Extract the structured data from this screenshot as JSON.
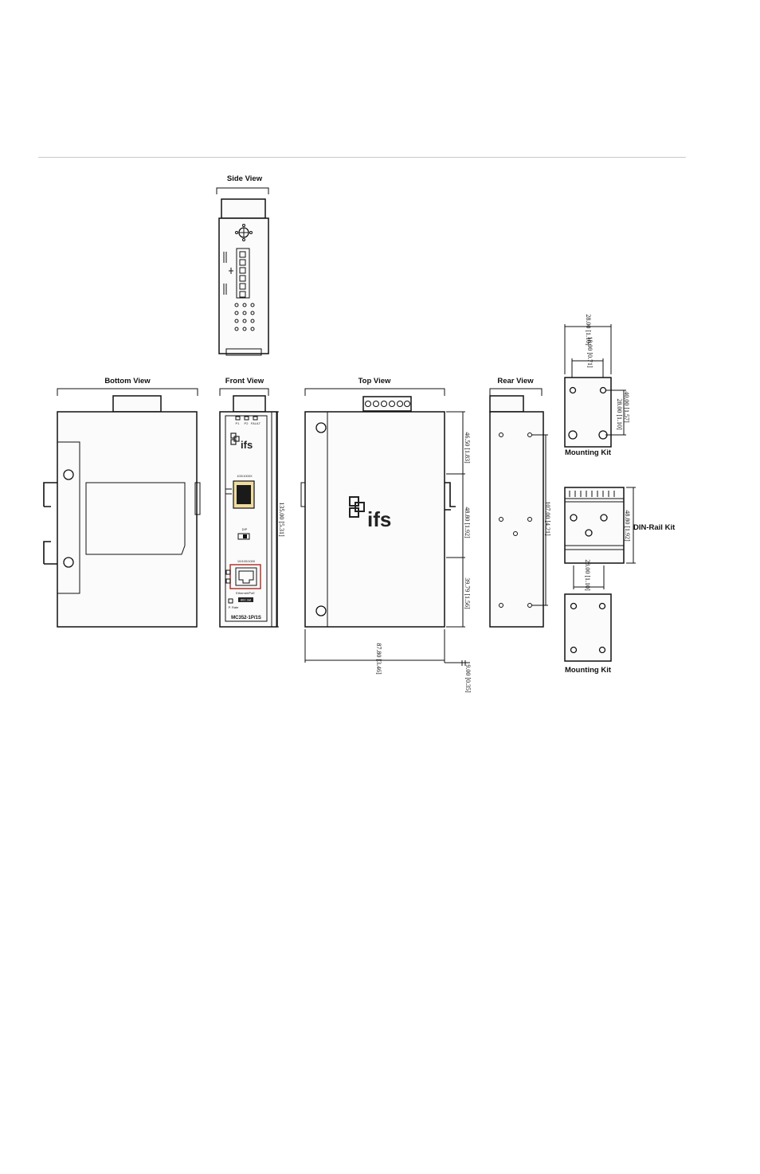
{
  "views": {
    "side": "Side View",
    "bottom": "Bottom View",
    "front": "Front View",
    "top": "Top View",
    "rear": "Rear View",
    "mounting_kit_top": "Mounting Kit",
    "din_rail": "DIN-Rail Kit",
    "mounting_kit_bottom": "Mounting Kit"
  },
  "brand": {
    "logo_text": "ifs"
  },
  "front_panel": {
    "model": "MC352-1P/1S",
    "led_labels": [
      "P1",
      "P2",
      "FAULT"
    ],
    "port_label": "100/1000X",
    "switch_label": "DIP",
    "rj45_label": "10/100/1000",
    "poe_label": "Ethernet/PoE",
    "badge": "802.3at",
    "reset_label": "P. Rate"
  },
  "dimensions": {
    "front_height": "135.00 [5.31]",
    "top_upper": "46.50 [1.83]",
    "top_middle": "48.80 [1.92]",
    "top_lower": "39.79 [1.56]",
    "top_width": "87.80 [3.46]",
    "top_flange": "9.00 [0.35]",
    "rear_span": "107.00 [4.21]",
    "kit_width": "28.00 [1.10]",
    "kit_inner": "18.00 [0.71]",
    "kit_hole_v": "40.00 [1.57]",
    "kit_hole_v2": "28.00 [1.10]",
    "din_height": "48.80 [1.92]",
    "din_width": "28.00 [1.10]"
  }
}
